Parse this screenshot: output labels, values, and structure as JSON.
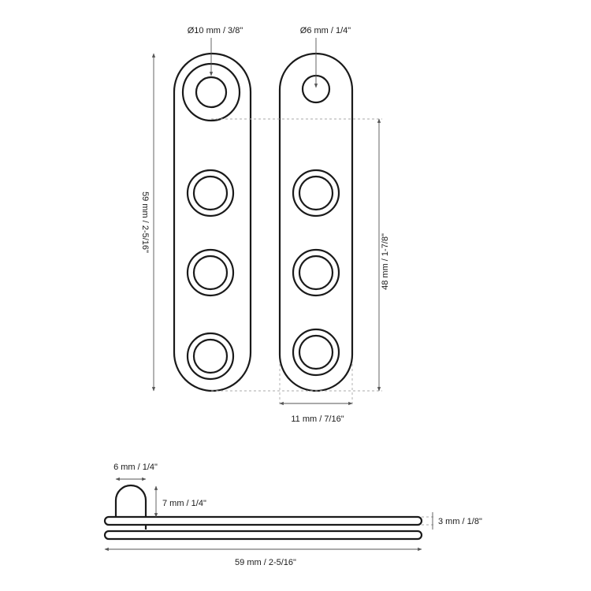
{
  "dimensions": {
    "big_hole_diameter": "Ø10 mm / 3/8\"",
    "small_hole_diameter": "Ø6 mm / 1/4\"",
    "overall_length": "59 mm / 2-5/16\"",
    "hole_span": "48 mm / 1-7/8\"",
    "plate_width": "11 mm / 7/16\"",
    "pin_diameter": "6 mm / 1/4\"",
    "pin_height": "7 mm / 1/4\"",
    "plate_thickness": "3 mm / 1/8\"",
    "side_length": "59 mm / 2-5/16\""
  },
  "colors": {
    "outline": "#1a1a1a",
    "dimension": "#555555",
    "extension": "#aaaaaa"
  }
}
